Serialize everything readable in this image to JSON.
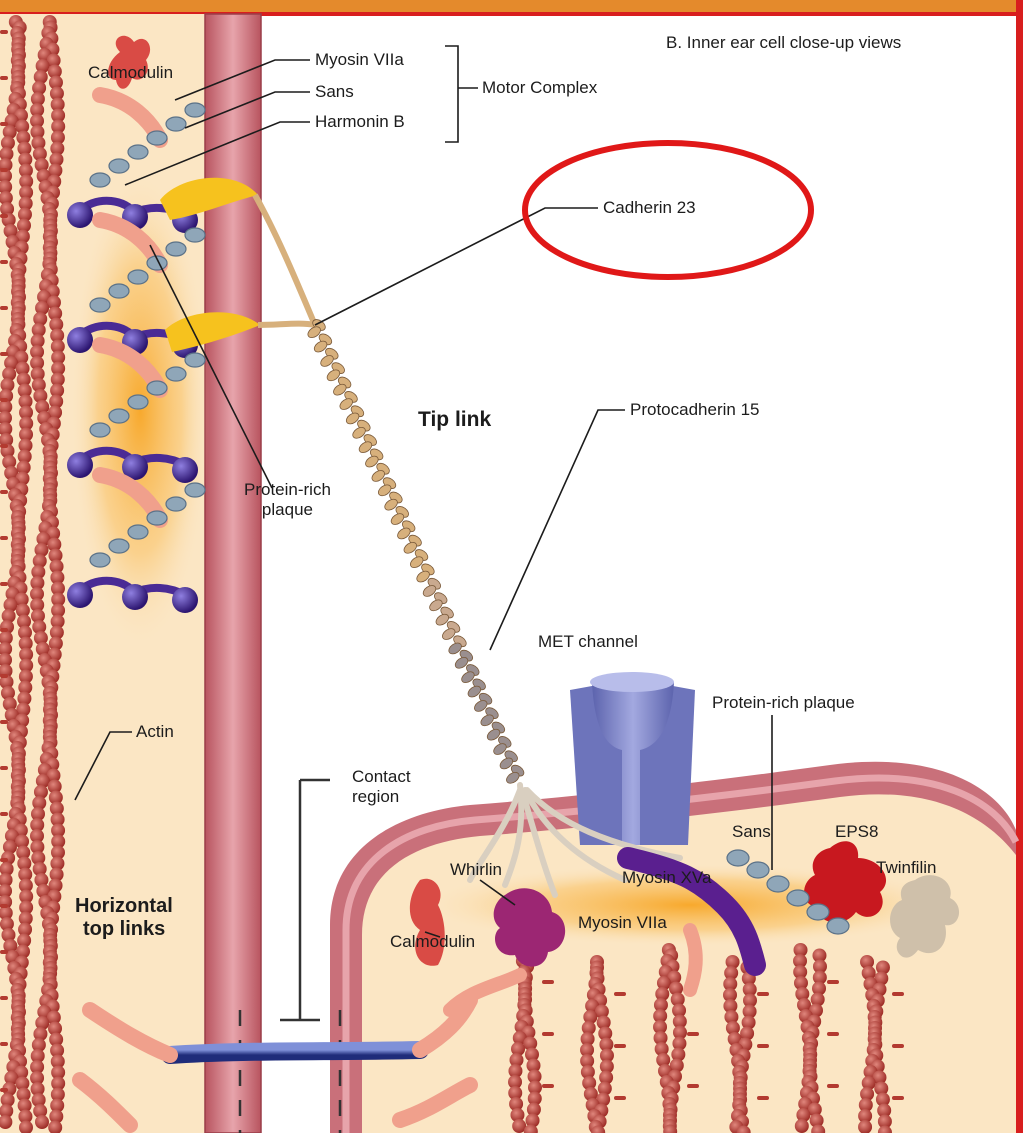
{
  "title": "B.  Inner ear cell close-up views",
  "labels": {
    "calmodulin_top": "Calmodulin",
    "myosin_viia_top": "Myosin VIIa",
    "sans_top": "Sans",
    "harmonin_b": "Harmonin B",
    "motor_complex": "Motor Complex",
    "cadherin_23": "Cadherin 23",
    "tip_link": "Tip link",
    "protocadherin_15": "Protocadherin 15",
    "protein_rich_plaque_left": [
      "Protein-rich",
      "plaque"
    ],
    "met_channel": "MET channel",
    "protein_rich_plaque_right": "Protein-rich plaque",
    "actin": "Actin",
    "contact_region": [
      "Contact",
      "region"
    ],
    "sans_bottom": "Sans",
    "eps8": "EPS8",
    "twinfilin": "Twinfilin",
    "whirlin": "Whirlin",
    "myosin_xva": "Myosin XVa",
    "myosin_viia_bottom": "Myosin VIIa",
    "calmodulin_bottom": "Calmodulin",
    "horizontal_top_links": [
      "Horizontal",
      "top links"
    ]
  },
  "colors": {
    "frame_red": "#d81e1e",
    "highlight_ellipse": "#e01818",
    "membrane": "#c9707a",
    "cytoplasm": "#fbe6c4",
    "actin": "#b33a30",
    "plaque": "#f7a21c",
    "myosin_head": "#4a2b95",
    "met_channel": "#7f86c9",
    "eps8": "#c8181f",
    "whirlin": "#9c2673",
    "twinfilin": "#cfc0aa",
    "cadherin": "#d7b07c",
    "protocadherin": "#9a8f8f"
  }
}
